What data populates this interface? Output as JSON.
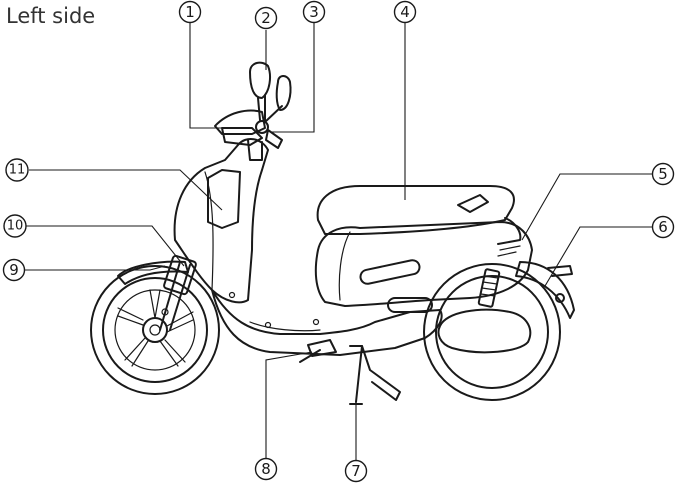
{
  "title": "Left side",
  "callouts": [
    {
      "number": "1"
    },
    {
      "number": "2"
    },
    {
      "number": "3"
    },
    {
      "number": "4"
    },
    {
      "number": "5"
    },
    {
      "number": "6"
    },
    {
      "number": "7"
    },
    {
      "number": "8"
    },
    {
      "number": "9"
    },
    {
      "number": "10"
    },
    {
      "number": "11"
    }
  ]
}
